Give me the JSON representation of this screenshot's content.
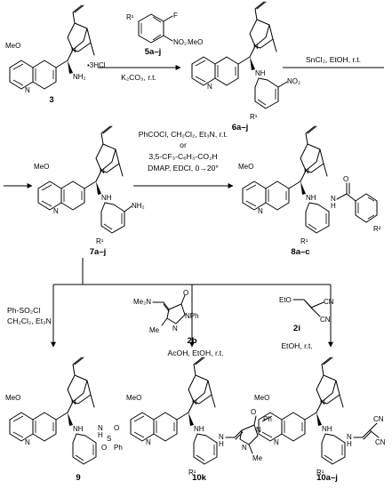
{
  "compounds": {
    "c3": "3",
    "c5": "5a–j",
    "c6": "6a–j",
    "c7": "7a–j",
    "c8": "8a–c",
    "c9": "9",
    "c10k": "10k",
    "c10aj": "10a–j",
    "c2b": "2b",
    "c2i": "2i"
  },
  "conditions": {
    "step1_below": "K₂CO₃, r.t.",
    "step2_above": "SnCl₂, EtOH, r.t.",
    "step3_line1": "PhCOCl, CH₂Cl₂, Et₃N, r.t.",
    "step3_line2": "or",
    "step3_line3": "3,5-CF₃-C₆H₃-CO₂H",
    "step3_line4": "DMAP, EDCl, 0→20°",
    "branch1_line1": "Ph-SO₂Cl",
    "branch1_line2": "CH₂Cl₂, Et₃N",
    "branch2_line1": "AcOH, EtOH, r.t.",
    "branch3_line1": "EtOH, r.t."
  },
  "atoms": {
    "meo": "MeO",
    "n": "N",
    "nh": "NH",
    "nh2": "NH₂",
    "hcl": "•3HCl",
    "no2": "NO₂",
    "f": "F",
    "r1": "R¹",
    "r2": "R²",
    "o": "O",
    "me2n": "Me₂N",
    "nph": "NPh",
    "me": "Me",
    "eto": "EtO",
    "cn": "CN",
    "ph": "Ph",
    "nh_h": "H",
    "sulf_s": "S",
    "sulf_o": "O",
    "sulf_ph": "Ph",
    "pyr_ph": "Ph",
    "pyr_o": "O"
  }
}
